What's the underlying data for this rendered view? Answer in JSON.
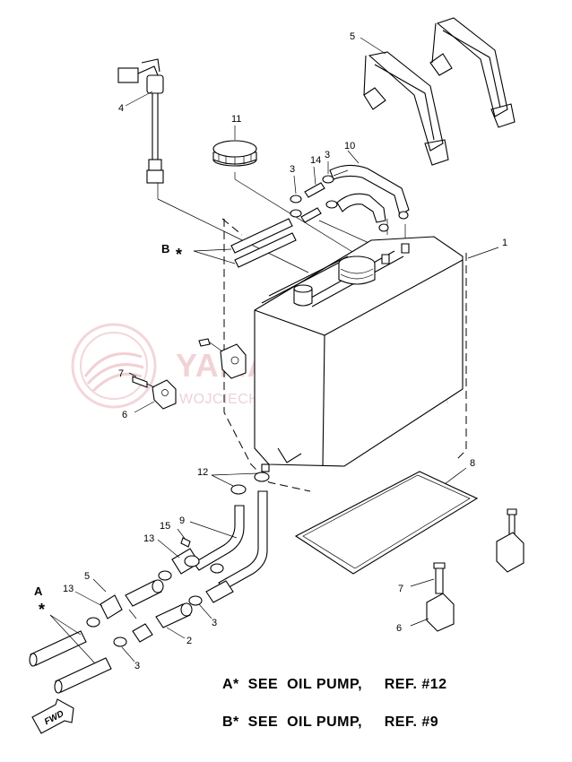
{
  "watermark": {
    "brand": "YAMA-SKLEP.PL",
    "dealer": "WOJCIECHOWICZ | DEALER YAMAHA"
  },
  "callouts": {
    "n1": "1",
    "n2": "2",
    "n3": "3",
    "n4": "4",
    "n5": "5",
    "n6": "6",
    "n7": "7",
    "n8": "8",
    "n9": "9",
    "n10": "10",
    "n11": "11",
    "n12": "12",
    "n13": "13",
    "n14": "14",
    "n15": "15",
    "A": "A",
    "B": "B",
    "star": "*"
  },
  "references": {
    "a": "A*  SEE  OIL PUMP,     REF. #12",
    "b": "B*  SEE  OIL PUMP,     REF. #9"
  },
  "fwd": "FWD",
  "colors": {
    "ink": "#000000",
    "watermark": "#f0c8cc"
  }
}
